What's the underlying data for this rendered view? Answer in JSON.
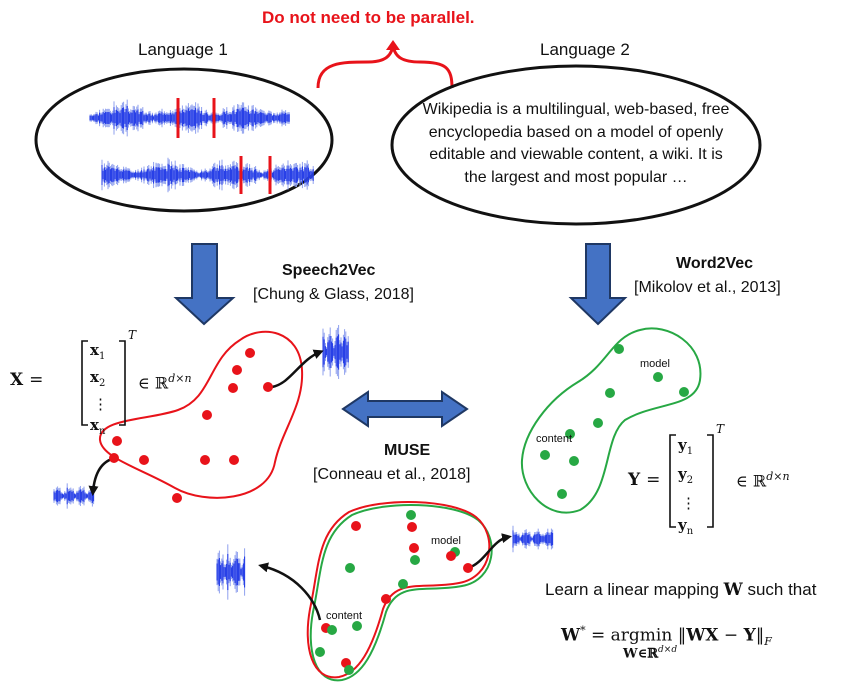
{
  "header": {
    "note": "Do not need to be parallel.",
    "language1": "Language 1",
    "language2": "Language 2"
  },
  "text_passage": [
    "Wikipedia is a multilingual, web-based, free",
    "encyclopedia based on a model of openly",
    "editable and viewable content, a wiki. It is",
    "the largest and most popular …"
  ],
  "methods": {
    "speech2vec": {
      "name": "Speech2Vec",
      "citation": "[Chung & Glass, 2018]"
    },
    "word2vec": {
      "name": "Word2Vec",
      "citation": "[Mikolov et al., 2013]"
    },
    "muse": {
      "name": "MUSE",
      "citation": "[Conneau et al., 2018]"
    }
  },
  "matrix_x": {
    "lhs": "X",
    "equals": "=",
    "rows": [
      "x",
      "x",
      "⋮",
      "x"
    ],
    "subscripts": [
      "1",
      "2",
      "",
      "n"
    ],
    "transpose": "T",
    "member": "∈",
    "field": "ℝ",
    "dims": "d×n"
  },
  "matrix_y": {
    "lhs": "Y",
    "equals": "=",
    "rows": [
      "y",
      "y",
      "⋮",
      "y"
    ],
    "subscripts": [
      "1",
      "2",
      "",
      "n"
    ],
    "transpose": "T",
    "member": "∈",
    "field": "ℝ",
    "dims": "d×n"
  },
  "labels": {
    "model_right": "model",
    "content_right": "content",
    "model_bottom": "model",
    "content_bottom": "content"
  },
  "mapping": {
    "sentence_pre": "Learn a linear mapping ",
    "sentence_var": "W",
    "sentence_post": " such that",
    "w_star": "W",
    "star": "*",
    "eq": "=",
    "argmin": "argmin",
    "norm_open": "‖",
    "wx": "WX",
    "minus": "−",
    "y": "Y",
    "norm_close": "‖",
    "norm_sub": "F",
    "under": "W∈ℝ",
    "under_sup": "d×d"
  },
  "colors": {
    "red": "#e8131a",
    "green": "#27a844",
    "arrow_blue": "#4472c4",
    "arrow_stroke": "#1f3864",
    "wave_blue": "#1a33e6",
    "wave_light": "#8fa0ee"
  },
  "icons": {
    "waveform": "audio-waveform-icon"
  }
}
